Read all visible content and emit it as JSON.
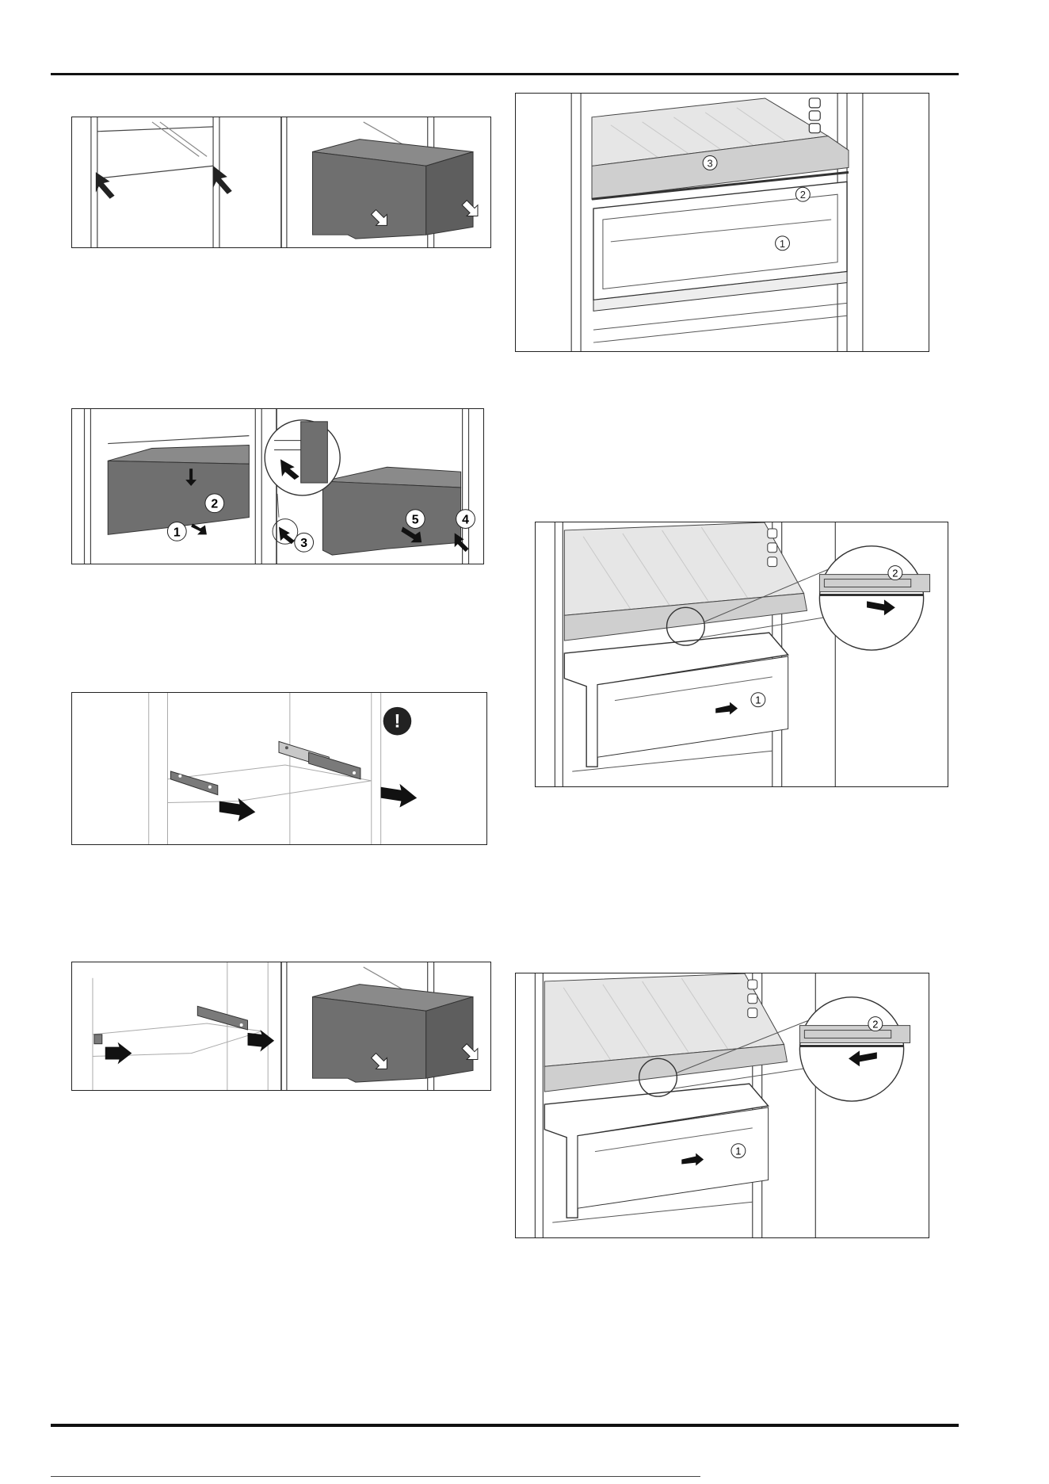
{
  "figures": {
    "drawer_insert": {
      "panels": 2
    },
    "drawer_remove": {
      "steps": [
        "1",
        "2",
        "3",
        "4",
        "5"
      ]
    },
    "rails_warning": {
      "warning_symbol": "!"
    },
    "rails_insert": {
      "panels": 2
    },
    "shelf_parts": {
      "callouts": [
        "3",
        "2",
        "1"
      ]
    },
    "shelf_remove": {
      "callouts": [
        "2",
        "1"
      ]
    },
    "shelf_insert": {
      "callouts": [
        "2",
        "1"
      ]
    }
  },
  "colors": {
    "drawer_gray": "#6f6f6f",
    "line": "#333333",
    "glass": "#d9d9d9"
  }
}
